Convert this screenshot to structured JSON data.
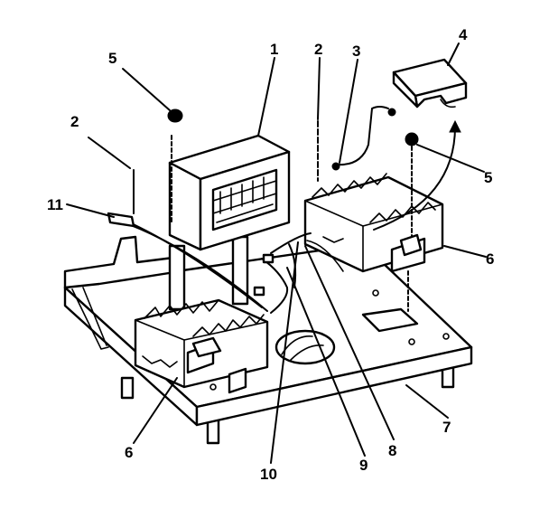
{
  "diagram": {
    "callouts": {
      "c1": "1",
      "c2a": "2",
      "c2b": "2",
      "c3": "3",
      "c4": "4",
      "c5a": "5",
      "c5b": "5",
      "c6a": "6",
      "c6b": "6",
      "c7": "7",
      "c8": "8",
      "c9": "9",
      "c10": "10",
      "c11": "11"
    },
    "colors": {
      "ink": "#000000",
      "paper": "#ffffff"
    }
  }
}
